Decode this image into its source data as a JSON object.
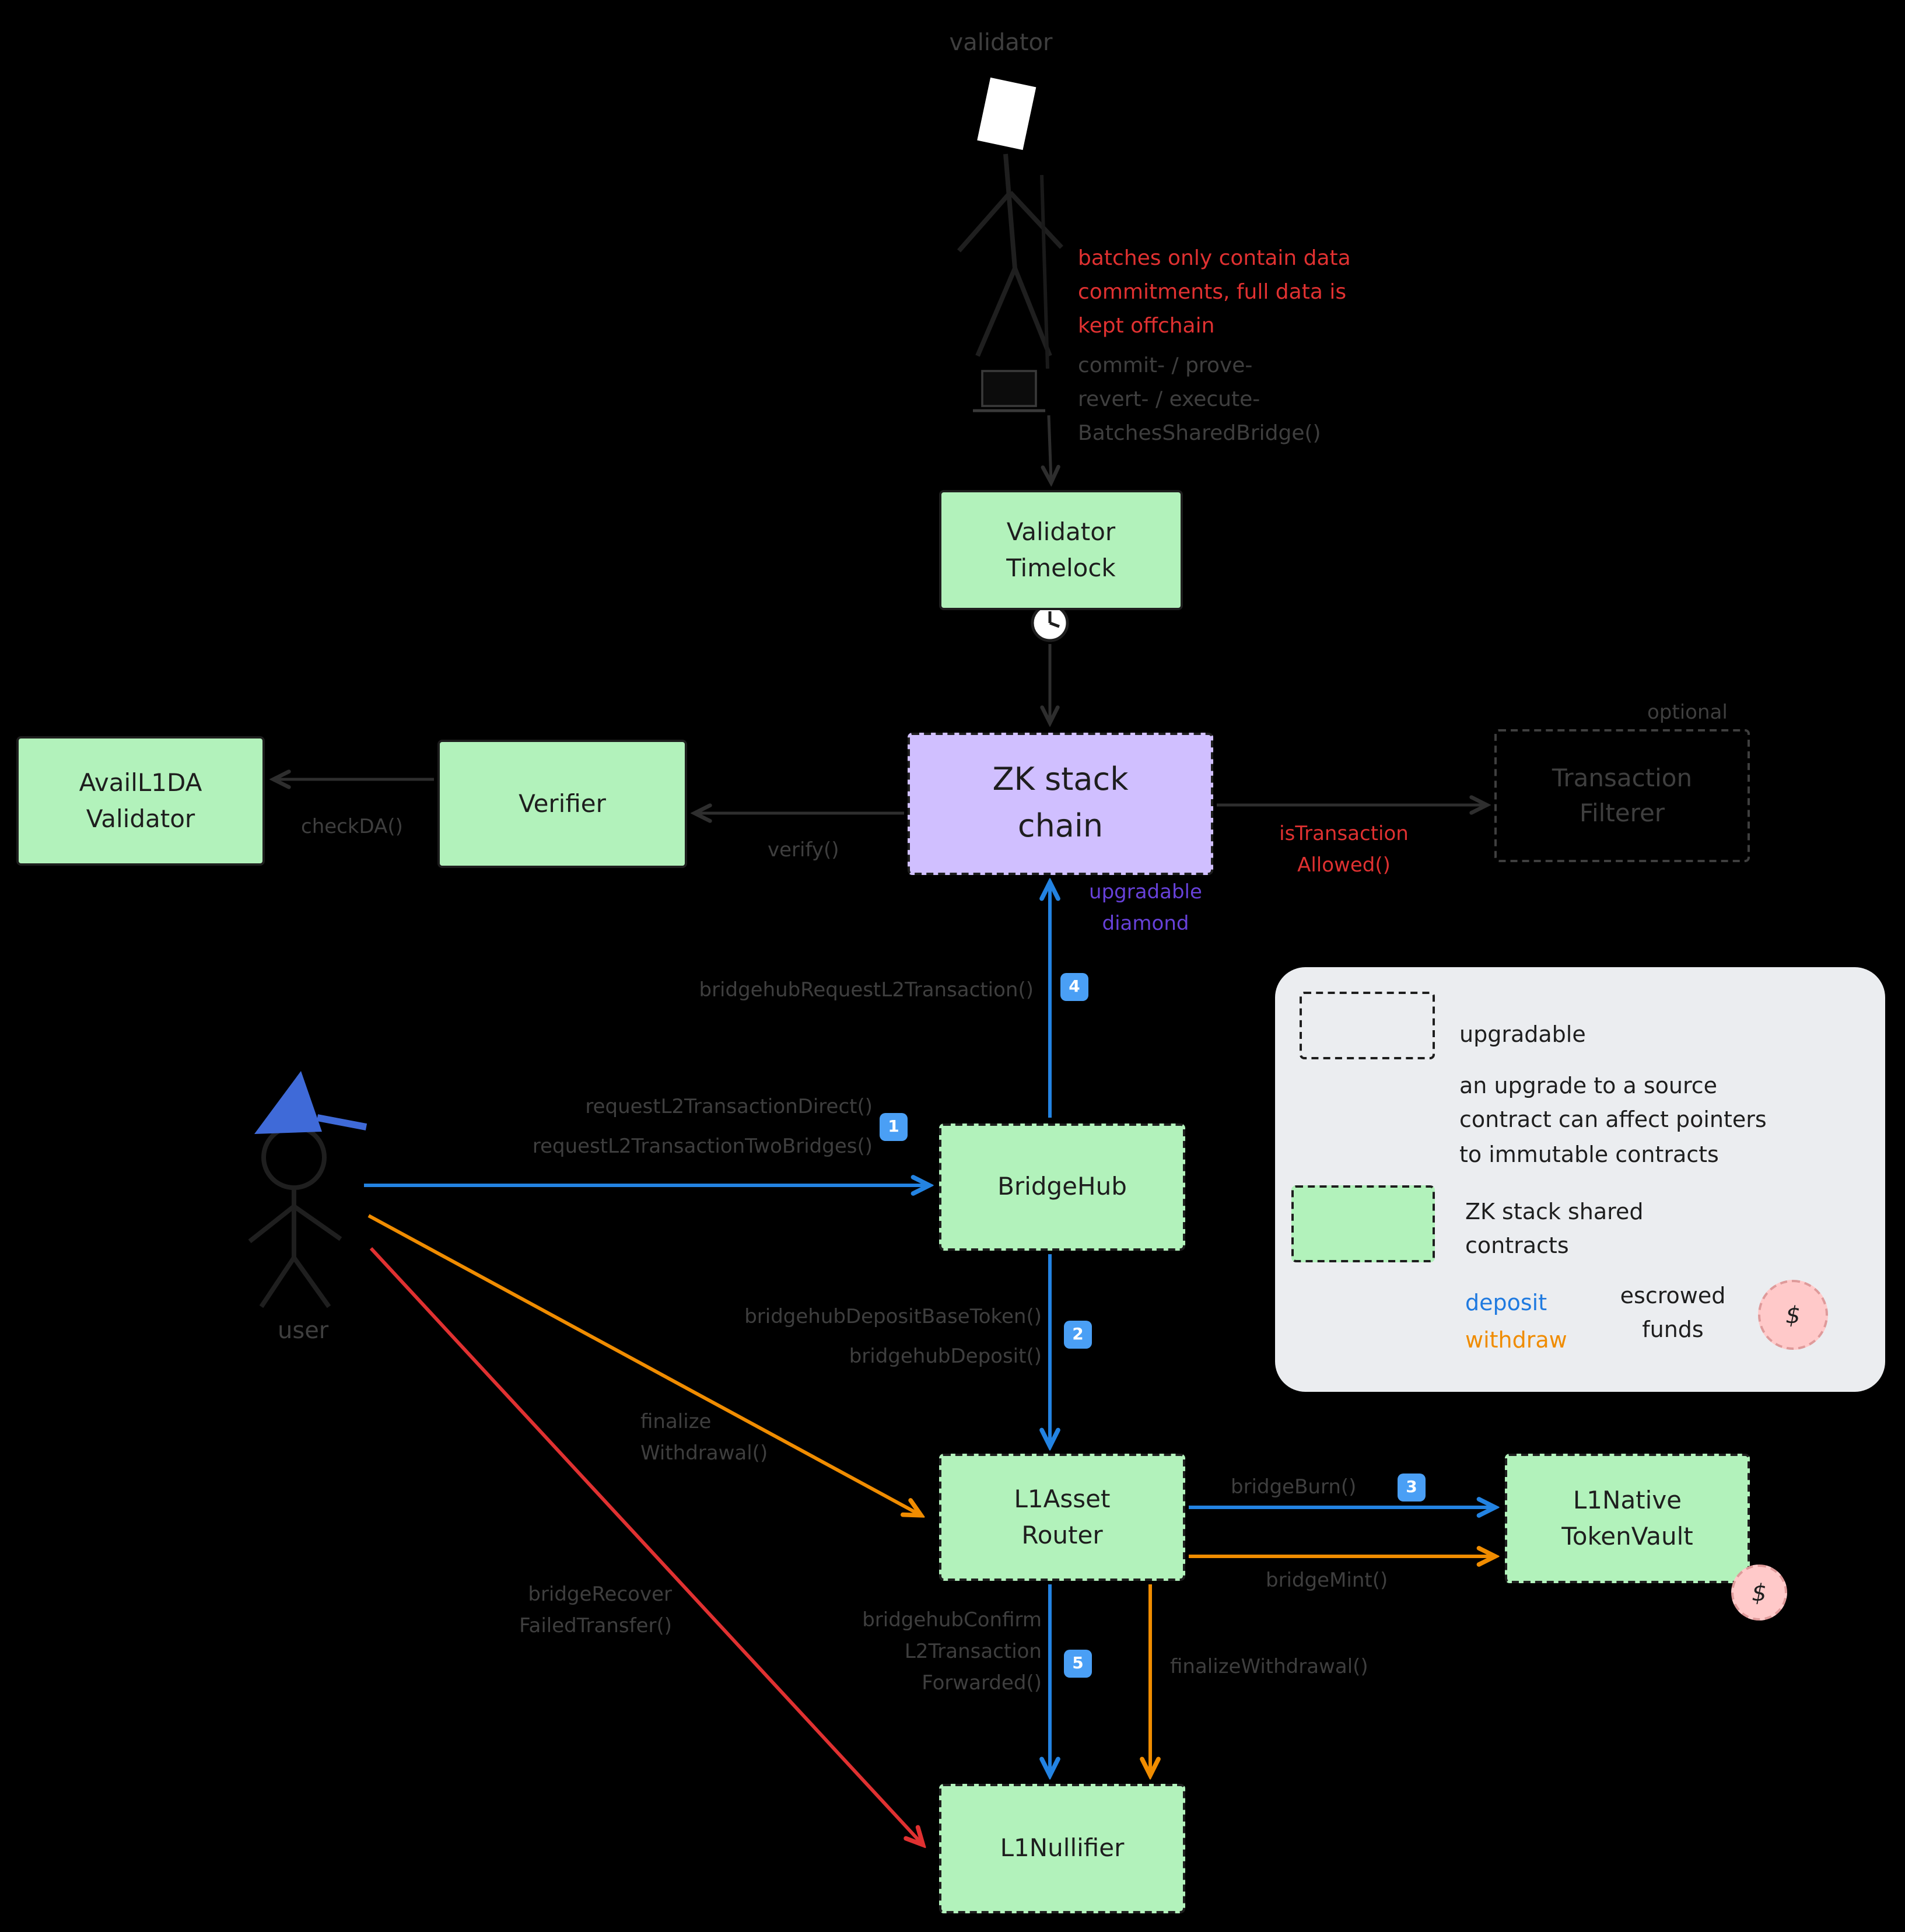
{
  "actors": {
    "validator": "validator",
    "user": "user"
  },
  "nodes": {
    "validator_timelock": "Validator\nTimelock",
    "zk_stack_chain": "ZK stack\nchain",
    "verifier": "Verifier",
    "avail_l1da_validator": "AvailL1DA\nValidator",
    "transaction_filterer": "Transaction\nFilterer",
    "bridgehub": "BridgeHub",
    "l1_asset_router": "L1Asset\nRouter",
    "l1_native_token_vault": "L1Native\nTokenVault",
    "l1_nullifier": "L1Nullifier"
  },
  "annotations": {
    "batches_note": "batches only contain data\ncommitments, full data is\nkept offchain",
    "commit_methods": "commit- / prove-\nrevert- / execute-\nBatchesSharedBridge()",
    "optional": "optional",
    "upgradable_diamond": "upgradable\ndiamond",
    "is_transaction_allowed": "isTransaction\nAllowed()"
  },
  "edges": {
    "verify": "verify()",
    "check_da": "checkDA()",
    "bridgehub_request_l2_transaction": "bridgehubRequestL2Transaction()",
    "request_l2_transaction_direct": "requestL2TransactionDirect()",
    "request_l2_transaction_two_bridges": "requestL2TransactionTwoBridges()",
    "bridgehub_deposit_base_token": "bridgehubDepositBaseToken()",
    "bridgehub_deposit": "bridgehubDeposit()",
    "finalize_withdrawal_user": "finalize\nWithdrawal()",
    "bridge_recover_failed_transfer": "bridgeRecover\nFailedTransfer()",
    "bridge_burn": "bridgeBurn()",
    "bridge_mint": "bridgeMint()",
    "bridgehub_confirm_l2_transaction_forwarded": "bridgehubConfirm\nL2Transaction\nForwarded()",
    "finalize_withdrawal": "finalizeWithdrawal()"
  },
  "badges": {
    "b1": "1",
    "b2": "2",
    "b3": "3",
    "b4": "4",
    "b5": "5"
  },
  "legend": {
    "upgradable": "upgradable",
    "upgrade_note": "an upgrade to a source\ncontract can affect pointers\nto immutable contracts",
    "shared_contracts": "ZK stack shared\ncontracts",
    "deposit": "deposit",
    "withdraw": "withdraw",
    "escrowed_funds": "escrowed\nfunds",
    "dollar": "$"
  },
  "colors": {
    "background": "#000000",
    "green_fill": "#b2f2bb",
    "purple_fill": "#d0bfff",
    "blue": "#2383e2",
    "orange": "#f08c00",
    "red": "#e03131",
    "purple_text": "#6741d9",
    "muted_label": "#3f3f3f",
    "legend_bg": "#ebedf0",
    "coin_pink": "#ffc9c9",
    "badge_blue": "#4a9ff5"
  }
}
